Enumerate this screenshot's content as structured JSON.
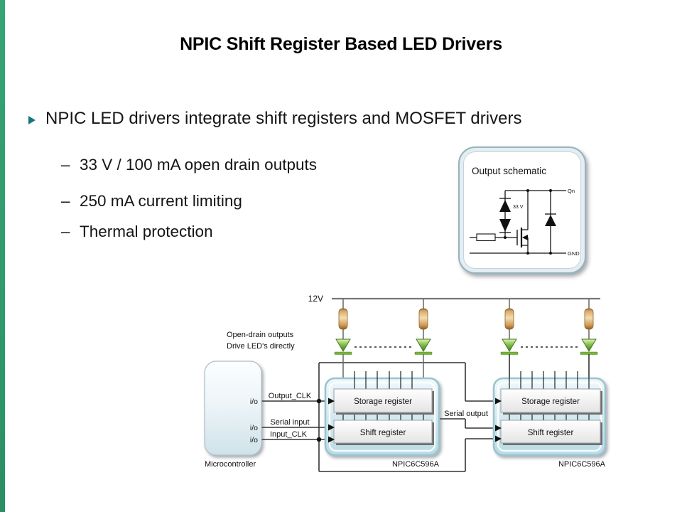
{
  "slide": {
    "title": "NPIC Shift Register Based LED Drivers",
    "bullet_text": "NPIC LED drivers integrate shift registers and MOSFET drivers",
    "dash": "–",
    "sub_bullets": [
      "33 V / 100 mA open drain outputs",
      "250 mA current limiting",
      "Thermal protection"
    ],
    "accent_color": "#2FA06F",
    "bullet_arrow_color": "#17777B"
  },
  "schematic": {
    "title": "Output schematic",
    "qn_label": "Qn",
    "gnd_label": "GND",
    "zener_label": "33 V"
  },
  "diagram": {
    "rail_label": "12V",
    "note_line1": "Open-drain outputs",
    "note_line2": "Drive LED's directly",
    "io_label": "i/o",
    "output_clk_label": "Output_CLK",
    "serial_input_label": "Serial input",
    "input_clk_label": "Input_CLK",
    "serial_output_label": "Serial output",
    "storage_register_label": "Storage register",
    "shift_register_label": "Shift register",
    "chip_label": "NPIC6C596A",
    "mcu_label": "Microcontroller",
    "colors": {
      "resistor_body": "#E8C48E",
      "led_green": "#6CB043",
      "chip_fill": "#D4E9EF",
      "wire": "#3A3A3A"
    }
  }
}
